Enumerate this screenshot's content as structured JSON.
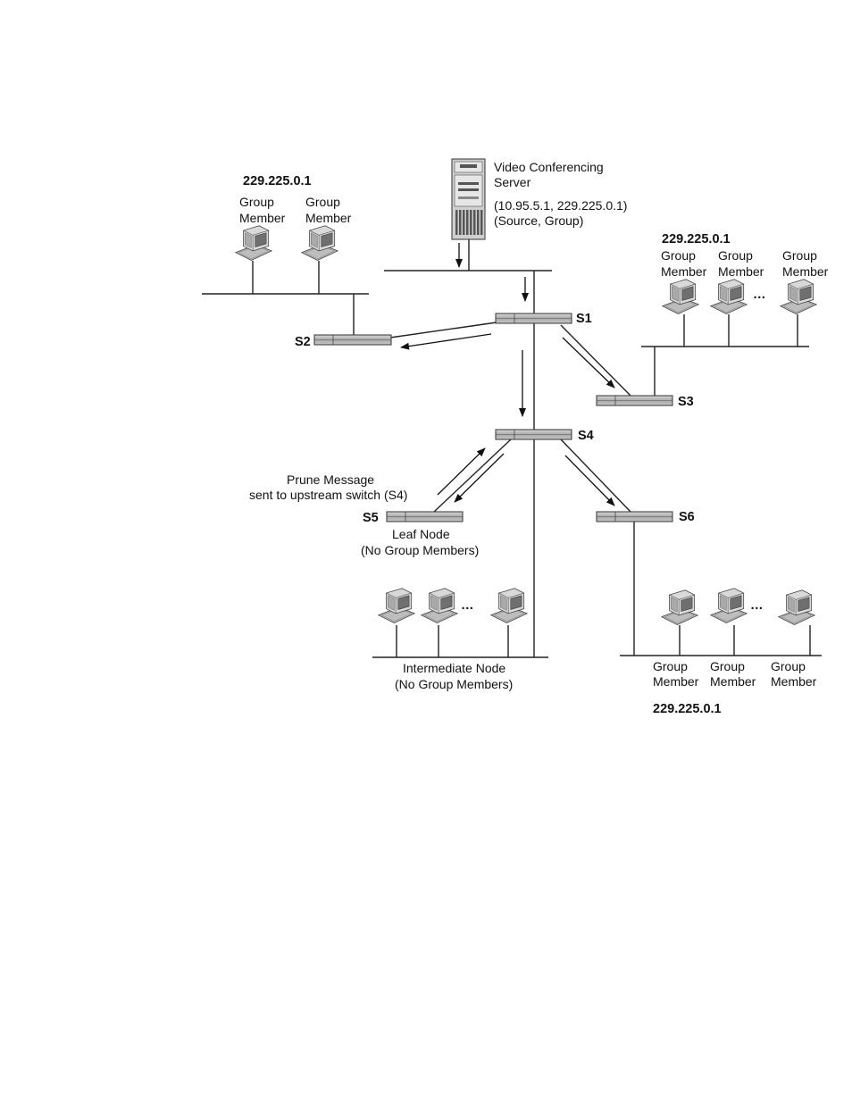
{
  "server": {
    "name_line1": "Video Conferencing",
    "name_line2": "Server",
    "addr_line1": "(10.95.5.1, 229.225.0.1)",
    "addr_line2": "(Source, Group)"
  },
  "switches": {
    "s1": "S1",
    "s2": "S2",
    "s3": "S3",
    "s4": "S4",
    "s5": "S5",
    "s6": "S6"
  },
  "group_address": "229.225.0.1",
  "member_line1": "Group",
  "member_line2": "Member",
  "ellipsis": "…",
  "prune": {
    "line1": "Prune Message",
    "line2": "sent to upstream switch (S4)"
  },
  "leaf": {
    "line1": "Leaf Node",
    "line2": "(No Group Members)"
  },
  "intermediate": {
    "line1": "Intermediate Node",
    "line2": "(No Group Members)"
  }
}
